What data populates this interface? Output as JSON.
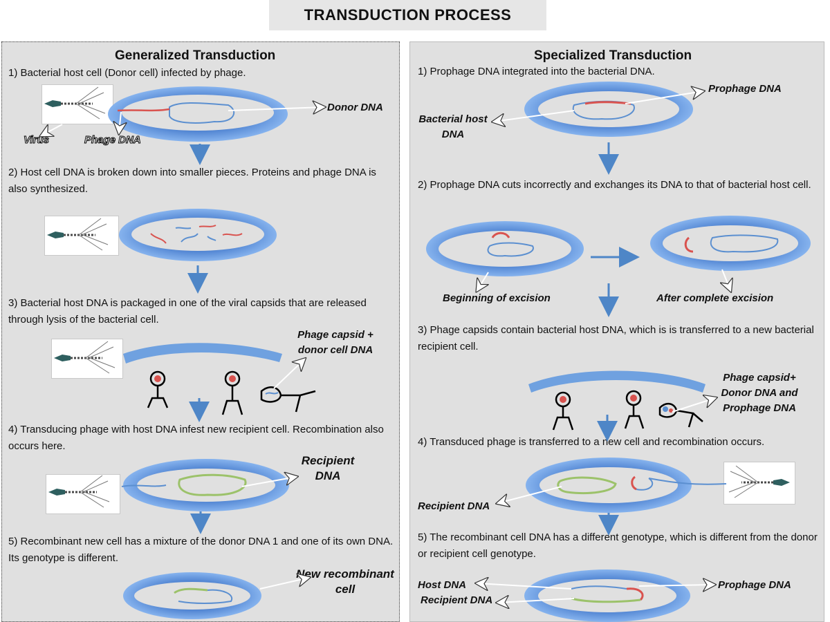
{
  "title": "TRANSDUCTION PROCESS",
  "generalized": {
    "heading": "Generalized Transduction",
    "steps": [
      "1) Bacterial host cell (Donor cell) infected by phage.",
      "2) Host cell DNA is broken down into smaller pieces. Proteins and phage DNA is also synthesized.",
      "3) Bacterial host DNA is packaged in one of the viral capsids that are released through lysis of the bacterial cell.",
      "4) Transducing phage with host DNA infest new recipient  cell. Recombination also occurs here.",
      "5) Recombinant new cell has a mixture of the donor DNA 1 and one of its own DNA. Its genotype is different."
    ],
    "labels": {
      "donor_dna": "Donor DNA",
      "virus": "Virus",
      "phage_dna": "Phage DNA",
      "phage_capsid_donor": "Phage capsid + donor cell DNA",
      "recipient_dna": "Recipient DNA",
      "new_recombinant": "New recombinant cell"
    }
  },
  "specialized": {
    "heading": "Specialized Transduction",
    "steps": [
      "1) Prophage DNA integrated into the bacterial DNA.",
      "2)  Prophage DNA cuts incorrectly and exchanges its DNA to that of bacterial host cell.",
      "3) Phage capsids contain bacterial host DNA, which is is transferred to a new bacterial recipient cell.",
      "4) Transduced phage is transferred to a new cell and recombination occurs.",
      "5) The recombinant cell DNA has a different genotype, which is different from the donor or recipient cell genotype."
    ],
    "labels": {
      "prophage_dna": "Prophage DNA",
      "bacterial_host_dna": "Bacterial host DNA",
      "beginning_excision": "Beginning of excision",
      "after_excision": "After complete excision",
      "phage_capsid_donor_prophage": "Phage capsid+ Donor DNA and Prophage DNA",
      "recipient_dna": "Recipient DNA",
      "host_dna": "Host DNA",
      "recipient_dna_2": "Recipient DNA",
      "prophage_dna_2": "Prophage DNA"
    }
  },
  "colors": {
    "cell_fill": "#6fa1e0",
    "cell_inner": "#e0e0e0",
    "host_dna": "#5b8fd0",
    "phage_dna": "#d9534f",
    "recipient_dna": "#9cc26a",
    "arrow": "#4e86c7"
  }
}
